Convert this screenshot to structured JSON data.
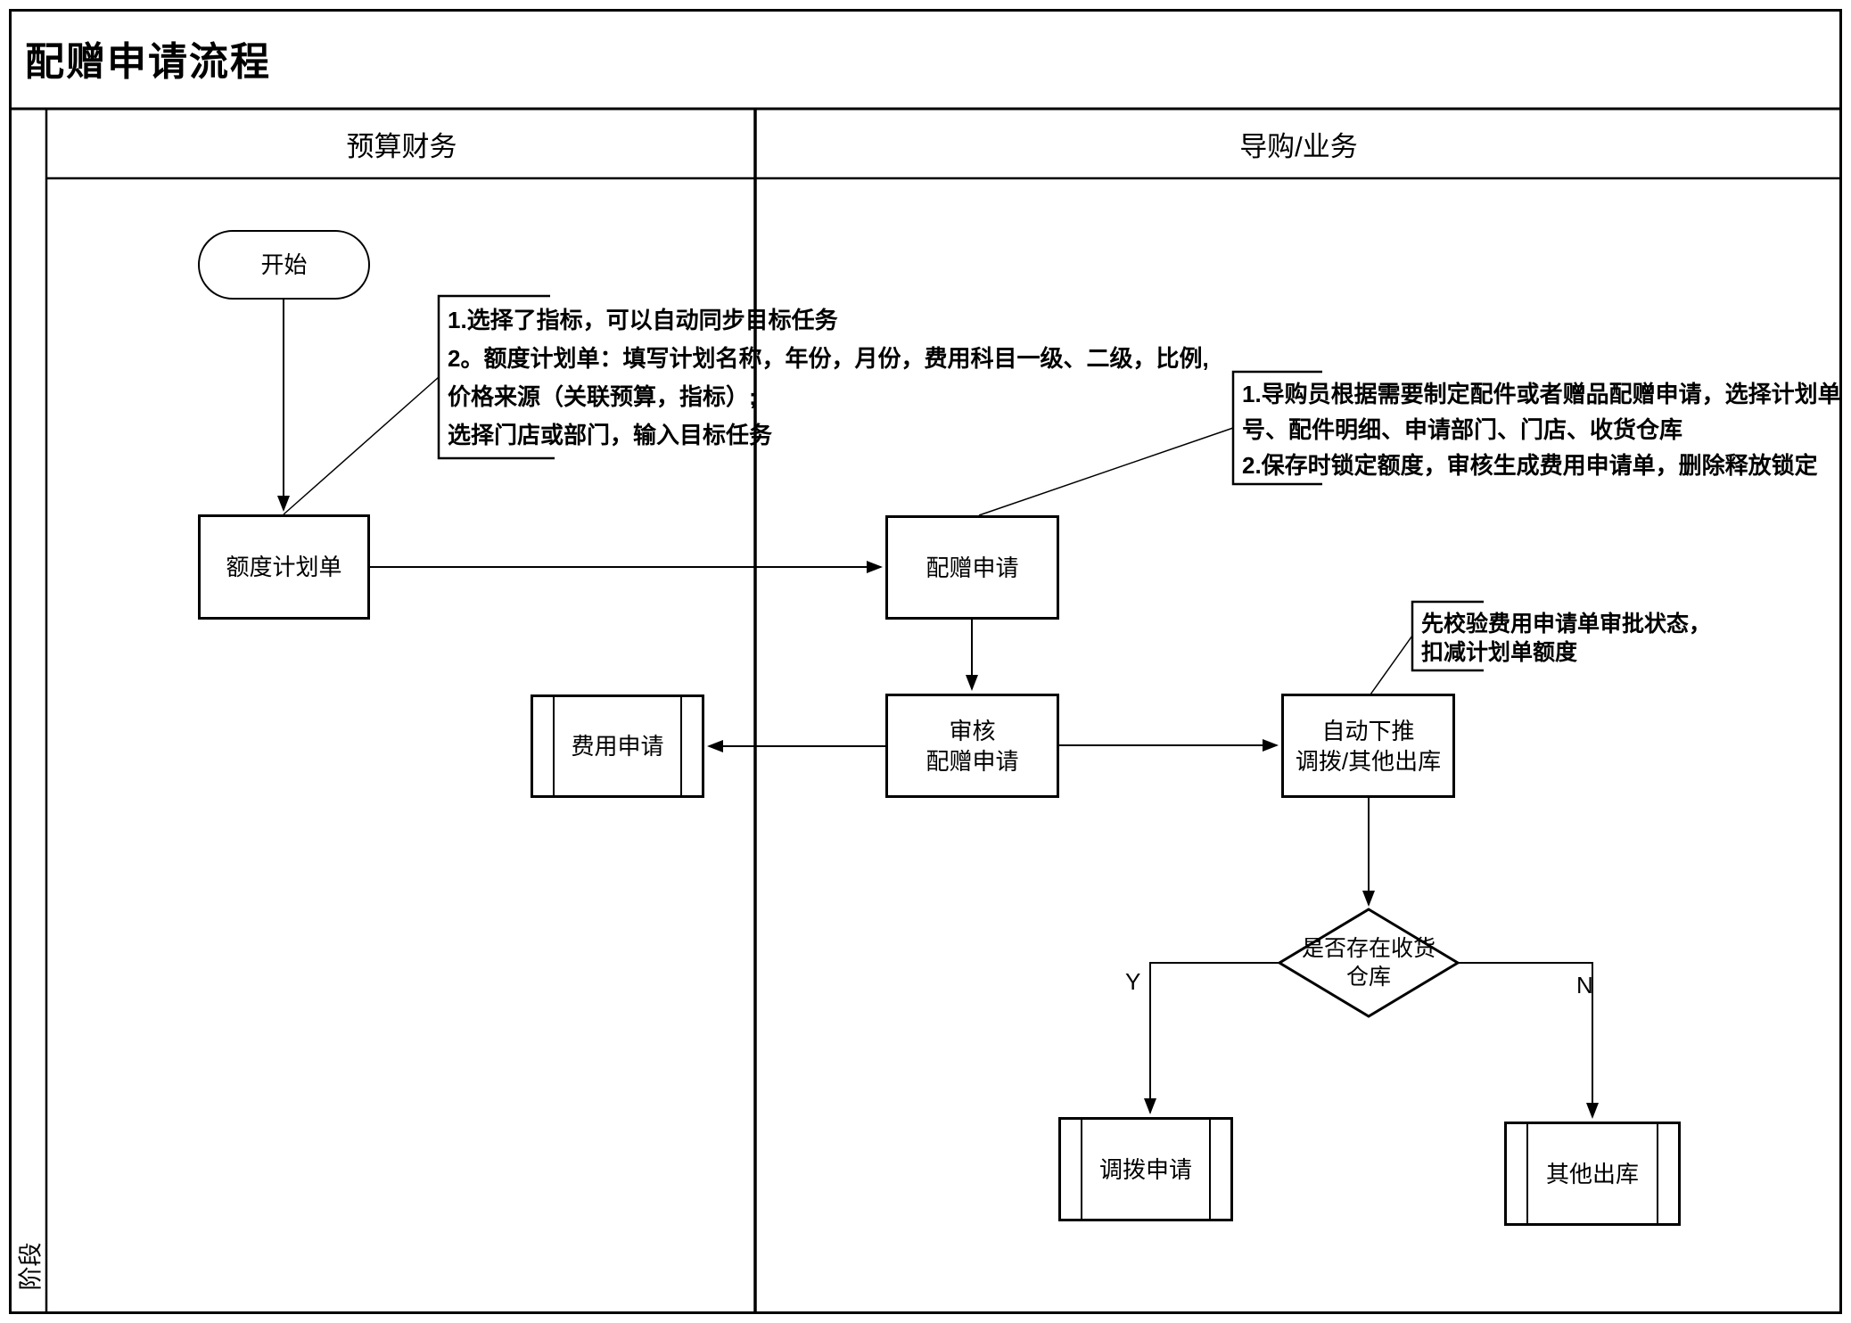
{
  "title": "配赠申请流程",
  "phase_label": "阶段",
  "lanes": [
    {
      "label": "预算财务"
    },
    {
      "label": "导购/业务"
    }
  ],
  "nodes": {
    "start": {
      "label": "开始"
    },
    "quota_plan": {
      "label": "额度计划单"
    },
    "gift_request": {
      "label": "配赠申请"
    },
    "expense_request": {
      "label": "费用申请"
    },
    "audit": {
      "line1": "审核",
      "line2": "配赠申请"
    },
    "auto_push": {
      "line1": "自动下推",
      "line2": "调拨/其他出库"
    },
    "decision": {
      "line1": "是否存在收货",
      "line2": "仓库"
    },
    "transfer_request": {
      "label": "调拨申请"
    },
    "other_outbound": {
      "label": "其他出库"
    }
  },
  "branches": {
    "yes": "Y",
    "no": "N"
  },
  "annotations": {
    "quota_plan_note": {
      "lines": [
        "1.选择了指标，可以自动同步目标任务",
        "2。额度计划单：填写计划名称，年份，月份，费用科目一级、二级，比例,",
        "价格来源（关联预算，指标）;",
        "选择门店或部门，输入目标任务"
      ]
    },
    "gift_request_note": {
      "lines": [
        "1.导购员根据需要制定配件或者赠品配赠申请，选择计划单",
        "号、配件明细、申请部门、门店、收货仓库",
        "2.保存时锁定额度，审核生成费用申请单，删除释放锁定"
      ]
    },
    "auto_push_note": {
      "lines": [
        "先校验费用申请单审批状态，",
        "扣减计划单额度"
      ]
    }
  },
  "colors": {
    "line": "#000000",
    "background": "#ffffff"
  }
}
